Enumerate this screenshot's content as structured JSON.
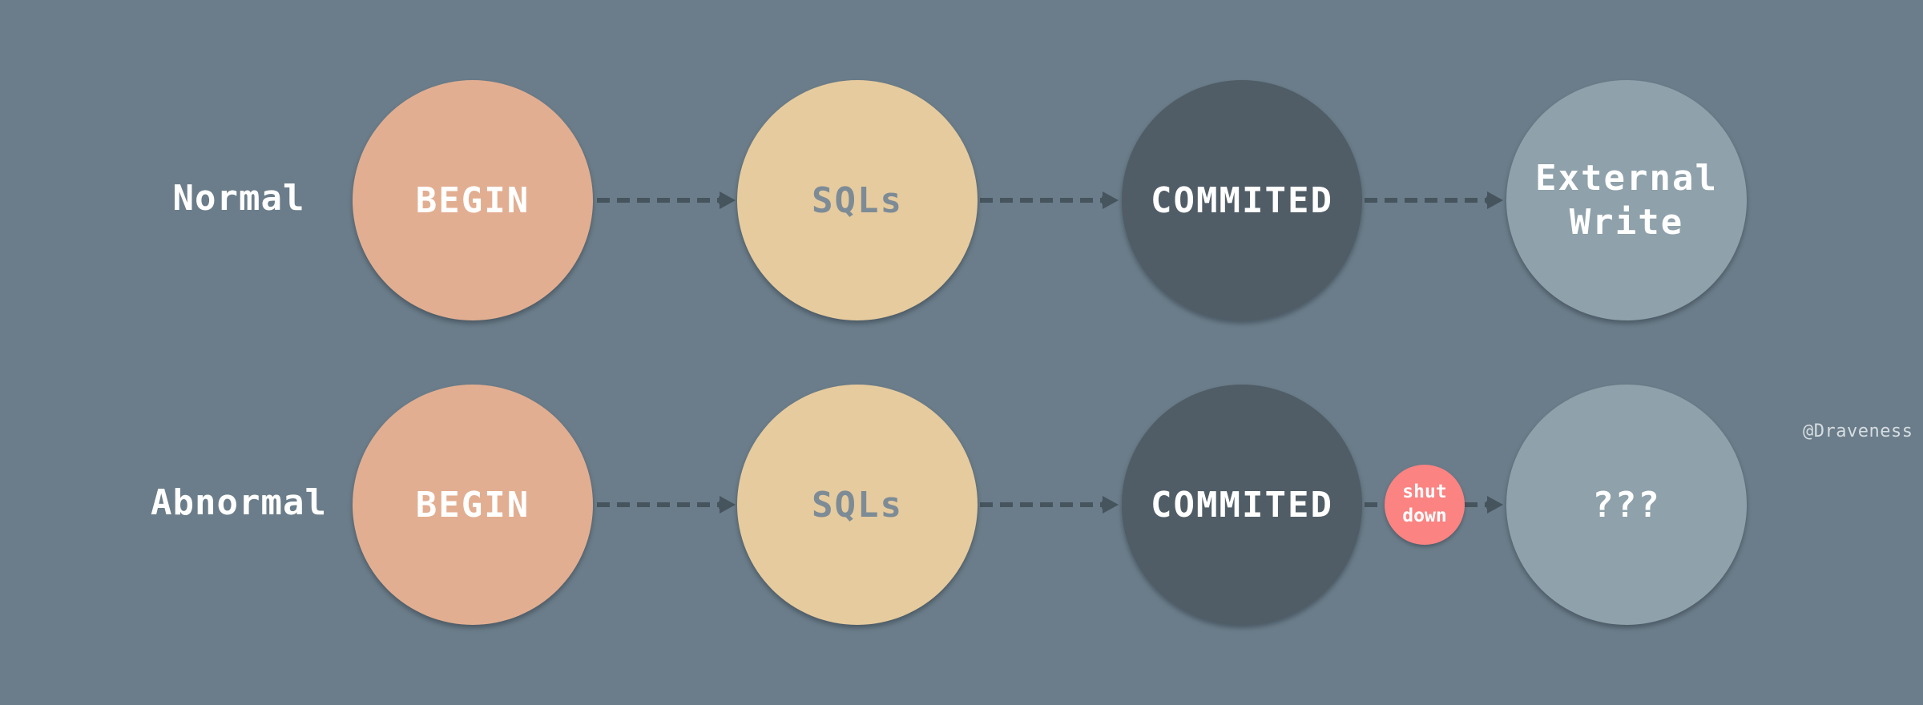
{
  "rows": [
    {
      "label": "Normal",
      "nodes": [
        "BEGIN",
        "SQLs",
        "COMMITED",
        "External\nWrite"
      ]
    },
    {
      "label": "Abnormal",
      "nodes": [
        "BEGIN",
        "SQLs",
        "COMMITED",
        "???"
      ],
      "interrupt": "shut\ndown"
    }
  ],
  "watermark": "@Draveness",
  "colors": {
    "background": "#6b7d8a",
    "begin": "#e2ae91",
    "sqls": "#e6cb9e",
    "commited": "#505d66",
    "final": "#8fa1aa",
    "shutdown": "#fb8382",
    "arrow": "#46545e"
  }
}
